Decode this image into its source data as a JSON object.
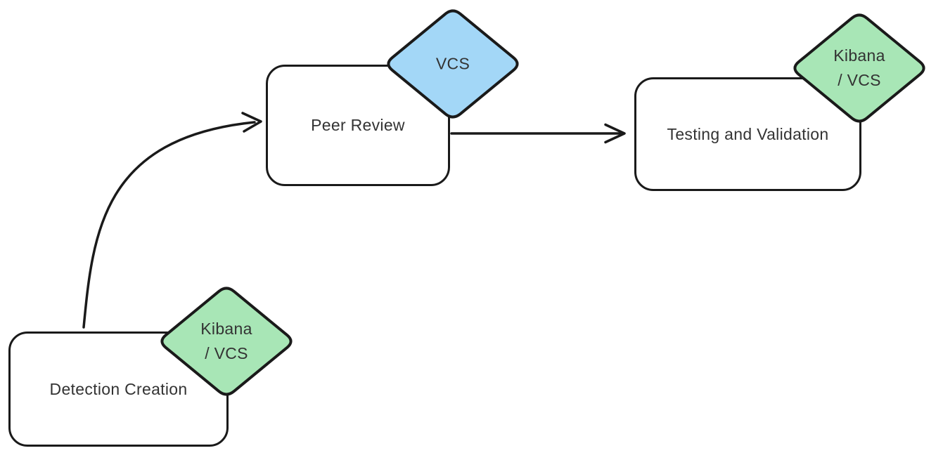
{
  "canvas": {
    "background": "#ffffff",
    "stroke_color": "#1a1a1a",
    "text_color": "#333333"
  },
  "nodes": [
    {
      "label": "Detection Creation",
      "badge": {
        "lines": [
          "Kibana",
          "/ VCS"
        ],
        "fill": "#a8e6b6"
      }
    },
    {
      "label": "Peer Review",
      "badge": {
        "lines": [
          "VCS"
        ],
        "fill": "#a3d7f7"
      }
    },
    {
      "label": "Testing and Validation",
      "badge": {
        "lines": [
          "Kibana",
          "/ VCS"
        ],
        "fill": "#a8e6b6"
      }
    }
  ],
  "edges": [
    {
      "from": "Detection Creation",
      "to": "Peer Review",
      "style": "curved-arrow"
    },
    {
      "from": "Peer Review",
      "to": "Testing and Validation",
      "style": "straight-arrow"
    }
  ]
}
